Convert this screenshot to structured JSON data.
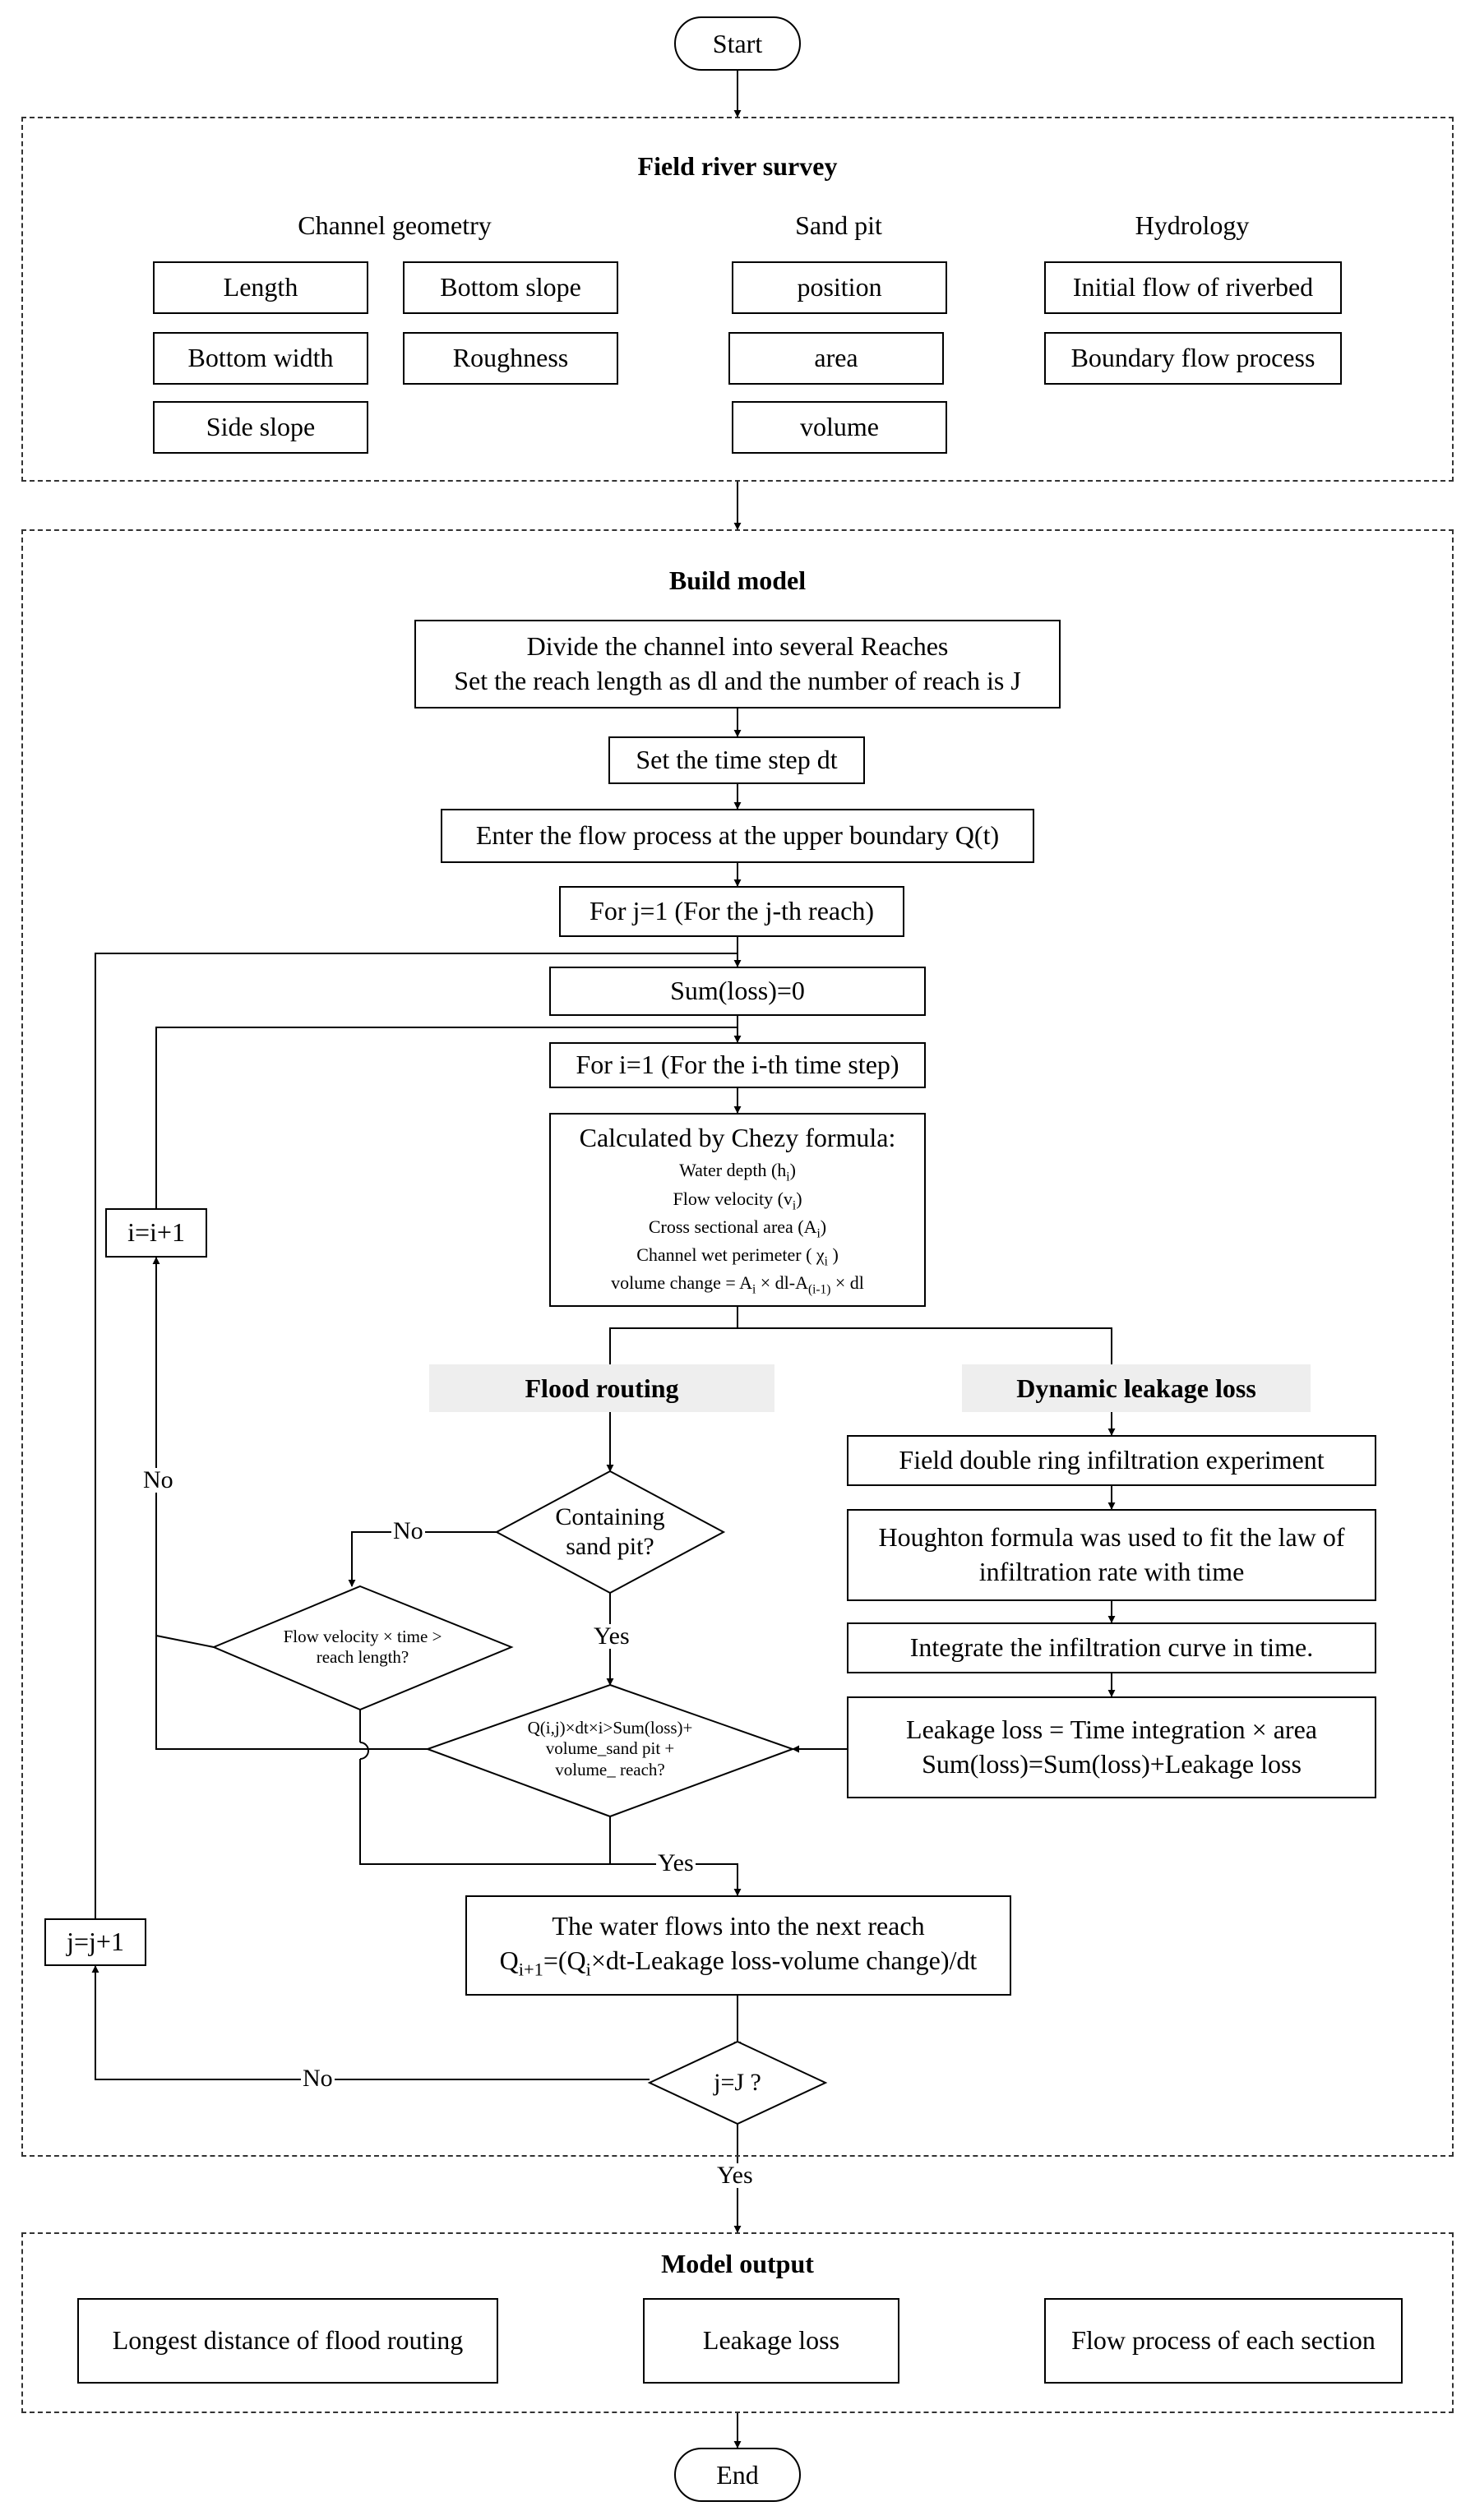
{
  "start": "Start",
  "end": "End",
  "survey": {
    "title": "Field river survey",
    "geometry_header": "Channel geometry",
    "sandpit_header": "Sand pit",
    "hydrology_header": "Hydrology",
    "length": "Length",
    "bottom_slope": "Bottom slope",
    "bottom_width": "Bottom width",
    "roughness": "Roughness",
    "side_slope": "Side slope",
    "position": "position",
    "area": "area",
    "volume": "volume",
    "initial_flow": "Initial flow of riverbed",
    "boundary_flow": "Boundary flow process"
  },
  "model": {
    "title": "Build model",
    "divide_1": "Divide the channel  into several Reaches",
    "divide_2": "Set the reach length  as dl and the number of reach is J",
    "time_step": "Set the time step dt",
    "flow_process": "Enter the flow process at the upper boundary Q(t)",
    "for_j": "For  j=1  (For the j-th reach)",
    "sum_loss": "Sum(loss)=0",
    "for_i": "For  i=1 (For the i-th time step)",
    "chezy_title": "Calculated by Chezy  formula:",
    "water_depth": "Water depth (h",
    "water_depth_sub": "i",
    "water_depth_end": ")",
    "velocity": "Flow velocity (v",
    "velocity_sub": "i",
    "velocity_end": ")",
    "cross_area": "Cross sectional area (A",
    "cross_area_sub": "i",
    "cross_area_end": ")",
    "wet_perimeter": "Channel wet perimeter ( χ",
    "wet_perimeter_sub": "i",
    "wet_perimeter_end": " )",
    "vc_1": "volume change = A",
    "vc_sub1": "i",
    "vc_2": " × dl-A",
    "vc_sub2": "(i-1)",
    "vc_3": " × dl",
    "flood_routing": "Flood routing",
    "dynamic_leakage": "Dynamic leakage loss",
    "sand_pit_q_1": "Containing",
    "sand_pit_q_2": "sand pit?",
    "velocity_q_1": "Flow velocity × time >",
    "velocity_q_2": "reach length?",
    "q_check_1": "Q(i,j)×dt×i>Sum(loss)+",
    "q_check_2": "volume_sand pit +",
    "q_check_3": "volume_ reach?",
    "double_ring": "Field double ring infiltration experiment",
    "houghton_1": "Houghton formula was used to fit the law of",
    "houghton_2": "infiltration rate with time",
    "integrate": "Integrate the infiltration curve in time.",
    "leak_1": "Leakage loss = Time integration × area",
    "leak_2": "Sum(loss)=Sum(loss)+Leakage loss",
    "next_reach_1": "The water flows into the next reach",
    "nr_q": "Q",
    "nr_sub1": "i+1",
    "nr_mid": "=(Q",
    "nr_sub2": "i",
    "nr_end": "×dt-Leakage loss-volume change)/dt",
    "i_inc": "i=i+1",
    "j_inc": "j=j+1",
    "j_check": "j=J ?",
    "no_sandpit": "No",
    "yes_sandpit": "Yes",
    "no_left": "No",
    "yes_q": "Yes",
    "no_j": "No"
  },
  "yes_j": "Yes",
  "output": {
    "title": "Model output",
    "longest": "Longest distance of flood routing",
    "leakage": "Leakage loss",
    "flow_each": "Flow process of each section"
  }
}
